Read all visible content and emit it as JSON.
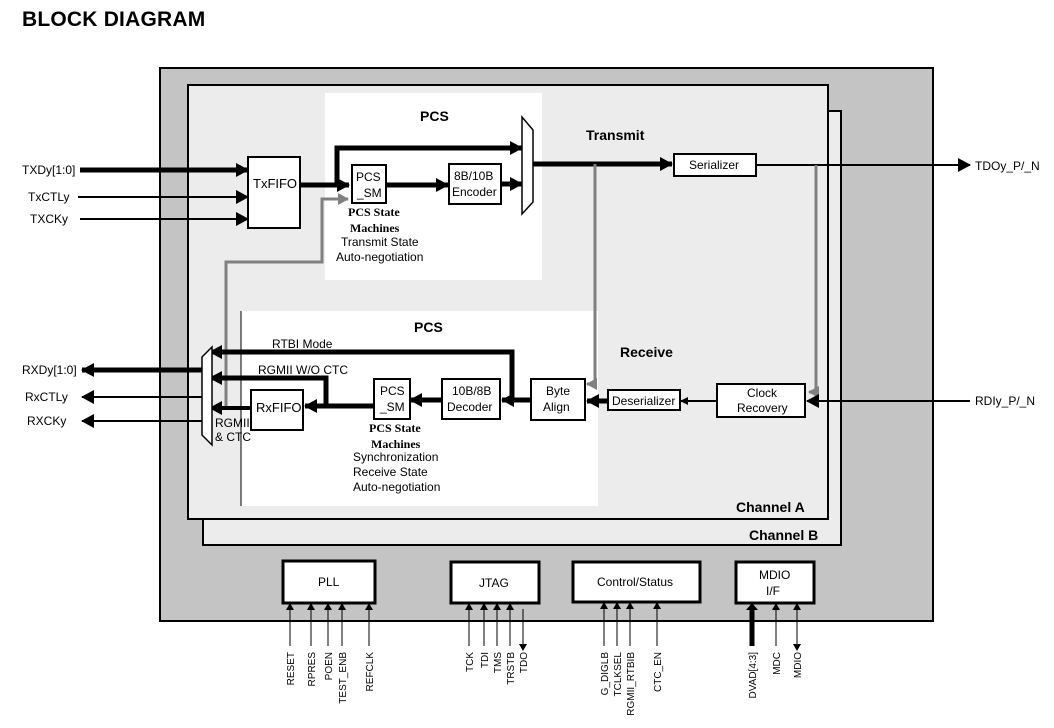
{
  "title": "BLOCK DIAGRAM",
  "channels": {
    "a": "Channel A",
    "b": "Channel B"
  },
  "transmit": {
    "section_label": "Transmit",
    "pcs_label": "PCS",
    "inputs": [
      "TXDy[1:0]",
      "TxCTLy",
      "TXCKy"
    ],
    "txfifo": "TxFIFO",
    "pcs_sm": [
      "PCS",
      "_SM"
    ],
    "state_machines_title": [
      "PCS State",
      "Machines"
    ],
    "state_machines_items": [
      "Transmit State",
      "Auto-negotiation"
    ],
    "encoder": [
      "8B/10B",
      "Encoder"
    ],
    "serializer": "Serializer",
    "output": "TDOy_P/_N"
  },
  "receive": {
    "section_label": "Receive",
    "pcs_label": "PCS",
    "outputs": [
      "RXDy[1:0]",
      "RxCTLy",
      "RXCKy"
    ],
    "mux_paths": [
      "RTBI Mode",
      "RGMII W/O CTC",
      "RGMII",
      "& CTC"
    ],
    "rxfifo": "RxFIFO",
    "pcs_sm": [
      "PCS",
      "_SM"
    ],
    "state_machines_title": [
      "PCS State",
      "Machines"
    ],
    "state_machines_items": [
      "Synchronization",
      "Receive State",
      "Auto-negotiation"
    ],
    "decoder": [
      "10B/8B",
      "Decoder"
    ],
    "byte_align": [
      "Byte",
      "Align"
    ],
    "deserializer": "Deserializer",
    "clock_recovery": [
      "Clock",
      "Recovery"
    ],
    "input": "RDIy_P/_N"
  },
  "bottom_blocks": {
    "pll": {
      "label": "PLL",
      "pins": [
        "RESET",
        "RPRES",
        "POEN",
        "TEST_ENB",
        "REFCLK"
      ]
    },
    "jtag": {
      "label": "JTAG",
      "pins": [
        "TCK",
        "TDI",
        "TMS",
        "TRSTB",
        "TDO"
      ]
    },
    "control": {
      "label": "Control/Status",
      "pins": [
        "G_DIGLB",
        "TCLKSEL",
        "RGMII_RTBIB",
        "CTC_EN"
      ]
    },
    "mdio": {
      "label": [
        "MDIO",
        "I/F"
      ],
      "pins": [
        "DVAD[4:3]",
        "MDC",
        "MDIO"
      ]
    }
  },
  "colors": {
    "outer": "#c4c4c4",
    "channel": "#ececec",
    "pcs": "#ffffff",
    "feedback": "#808080",
    "line": "#000000"
  }
}
